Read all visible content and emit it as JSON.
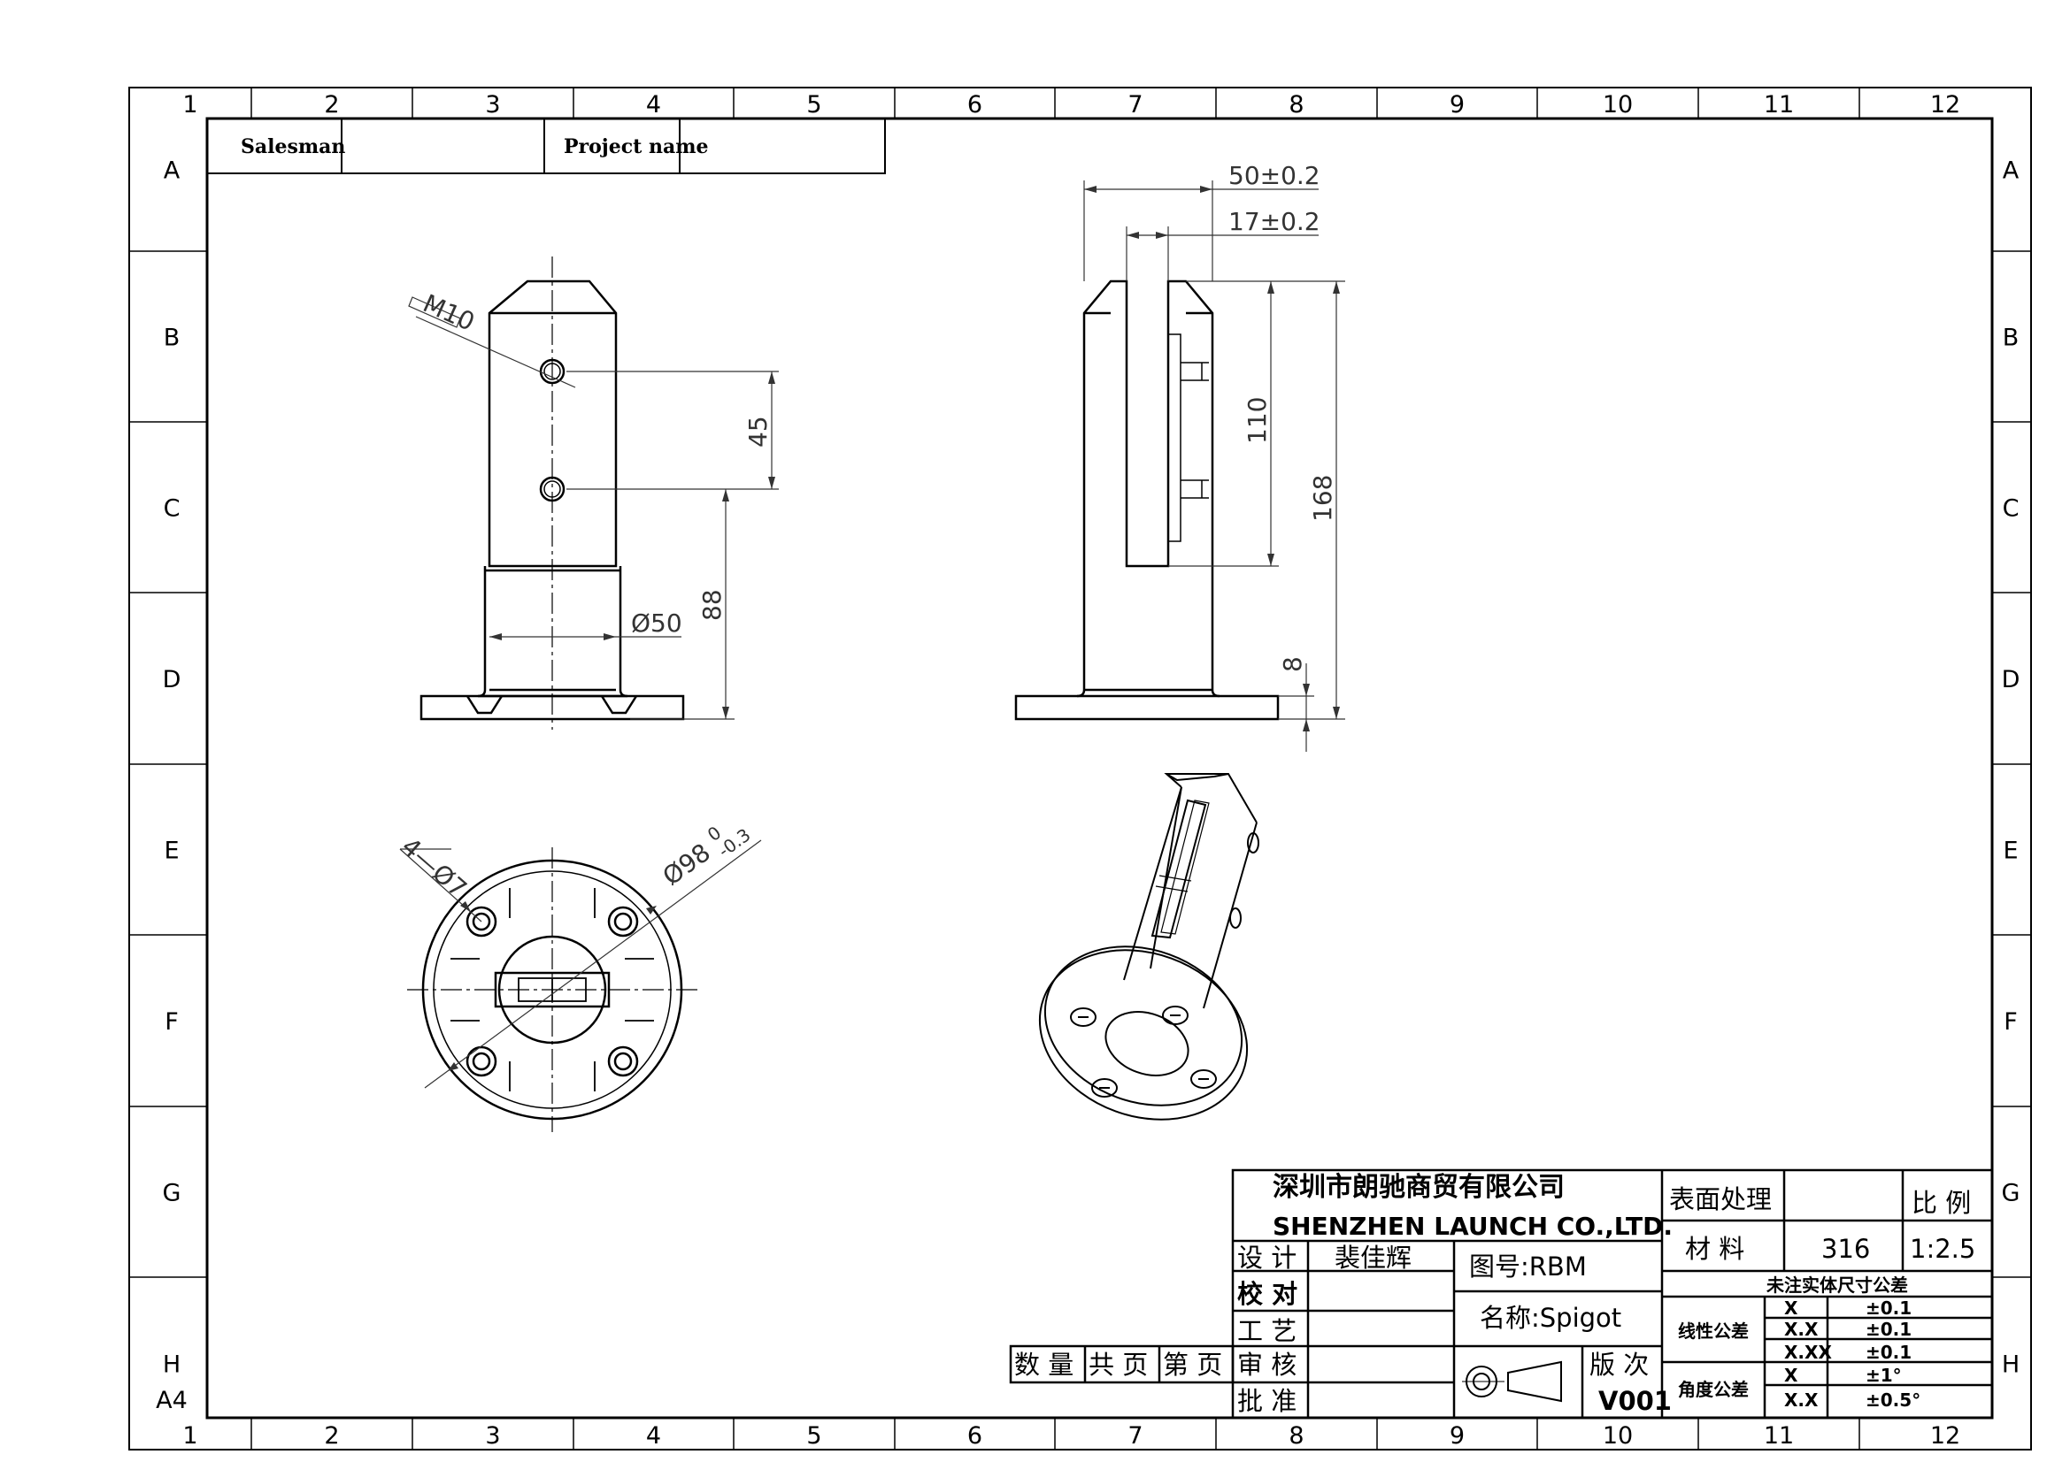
{
  "sheet": {
    "size": "A4",
    "col_labels": [
      "1",
      "2",
      "3",
      "4",
      "5",
      "6",
      "7",
      "8",
      "9",
      "10",
      "11",
      "12"
    ],
    "row_labels": [
      "A",
      "B",
      "C",
      "D",
      "E",
      "F",
      "G",
      "H"
    ]
  },
  "header": {
    "salesman_label": "Salesman",
    "salesman_value": "",
    "project_label": "Project name",
    "project_value": ""
  },
  "dimensions": {
    "thread": "M10",
    "hole_spacing": "45",
    "diameter_tube": "Ø50",
    "height_hole": "88",
    "width_total": "50±0.2",
    "slot_width": "17±0.2",
    "slot_depth": "110",
    "height_total": "168",
    "base_thickness": "8",
    "bolt_holes": "4—Ø7",
    "flange_diameter": "Ø98",
    "flange_tol_upper": "0",
    "flange_tol_lower": "-0.3"
  },
  "title_block": {
    "company_cn": "深圳市朗驰商贸有限公司",
    "company_en": "SHENZHEN LAUNCH CO.,LTD.",
    "surface_label": "表面处理",
    "surface_value": "",
    "scale_label": "比 例",
    "material_label": "材 料",
    "material_value": "316",
    "scale_value": "1:2.5",
    "design_label": "设 计",
    "designer": "裴佳辉",
    "check_label": "校 对",
    "process_label": "工 艺",
    "review_label": "审 核",
    "approve_label": "批 准",
    "quantity_label": "数 量",
    "total_pages_label": "共  页",
    "page_label": "第  页",
    "drawing_no": "图号:RBM",
    "part_name": "名称:Spigot",
    "version_label": "版 次",
    "version_value": "V001",
    "tolerance_title": "未注实体尺寸公差",
    "linear_label": "线性公差",
    "angular_label": "角度公差",
    "tolerances": [
      {
        "fmt": "X",
        "val": "±0.1"
      },
      {
        "fmt": "X.X",
        "val": "±0.1"
      },
      {
        "fmt": "X.XX",
        "val": "±0.1"
      },
      {
        "fmt": "X",
        "val": "±1°"
      },
      {
        "fmt": "X.X",
        "val": "±0.5°"
      }
    ]
  }
}
